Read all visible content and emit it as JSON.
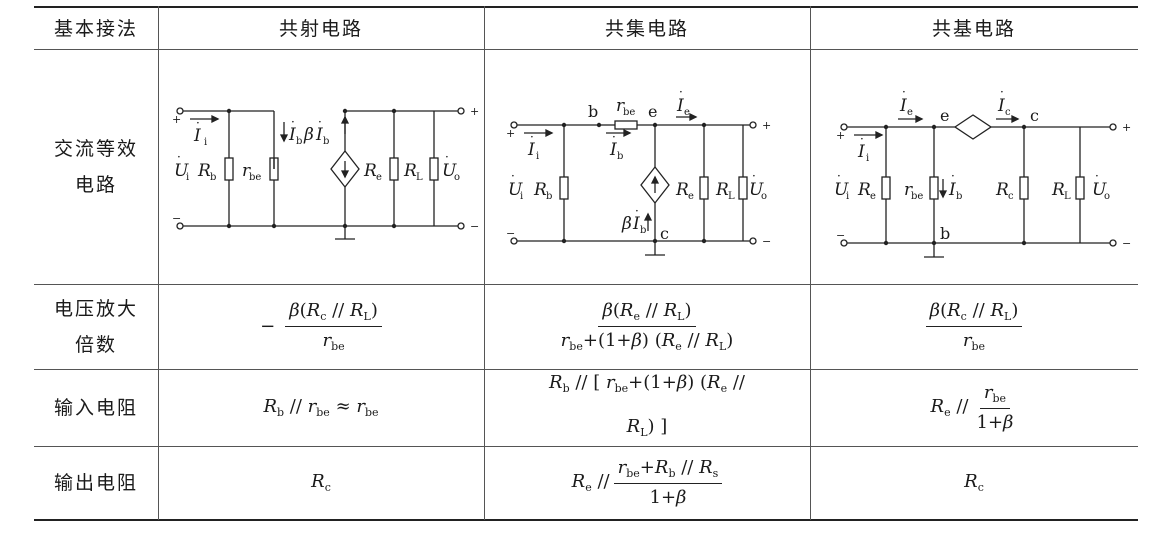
{
  "header": {
    "col0": "基本接法",
    "col1": "共射电路",
    "col2": "共集电路",
    "col3": "共基电路"
  },
  "rows": {
    "equiv": {
      "label_line1": "交流等效",
      "label_line2": "电路"
    },
    "gain": {
      "label_line1": "电压放大",
      "label_line2": "倍数"
    },
    "rin": {
      "label": "输入电阻"
    },
    "rout": {
      "label": "输出电阻"
    }
  },
  "symbols": {
    "Ui": "U",
    "Uo": "U",
    "Ii": "I",
    "Ib": "I",
    "Ie": "I",
    "Ic": "I",
    "beta": "β",
    "R": "R",
    "r": "r",
    "sub_i": "i",
    "sub_o": "o",
    "sub_b": "b",
    "sub_e": "e",
    "sub_c": "c",
    "sub_L": "L",
    "sub_be": "be",
    "sub_s": "s",
    "node_b": "b",
    "node_e": "e",
    "node_c": "c",
    "plus": "+",
    "minus": "−",
    "parallel": "//",
    "approx": "≈",
    "one_plus": "1+",
    "lparen": "(",
    "rparen": ")",
    "lbracket": "[",
    "rbracket": "]",
    "minus_sign": "−"
  },
  "colors": {
    "line": "#222222",
    "grid": "#555555",
    "text": "#1a1a1a"
  }
}
